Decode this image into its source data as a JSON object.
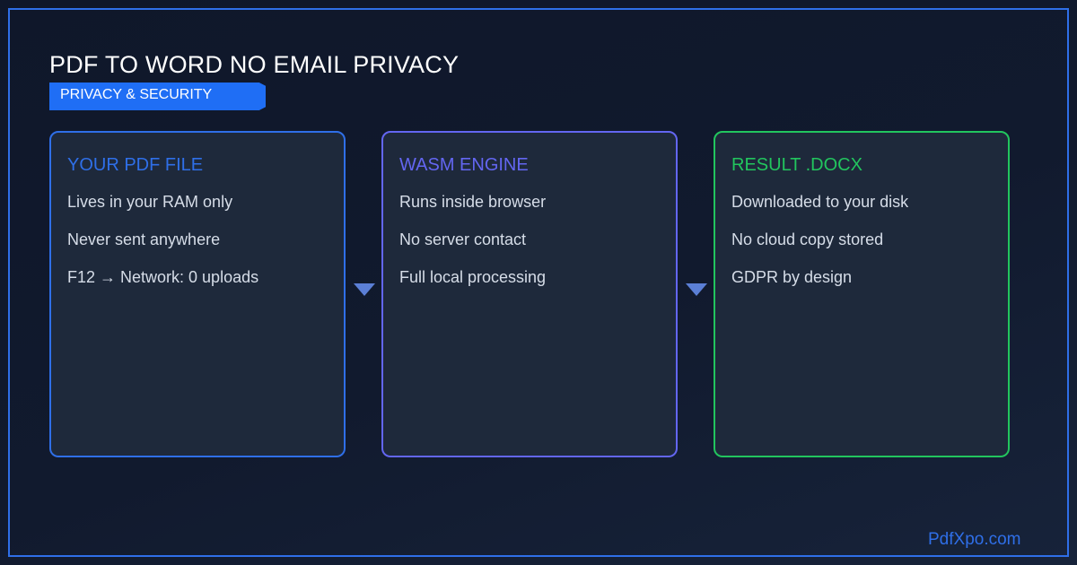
{
  "header": {
    "title": "PDF TO WORD NO EMAIL PRIVACY",
    "badge": "PRIVACY & SECURITY"
  },
  "cards": [
    {
      "title": "YOUR PDF FILE",
      "color": "#2f6fe8",
      "lines": [
        "Lives in your RAM only",
        "Never sent anywhere",
        "F12 → Network: 0 uploads"
      ]
    },
    {
      "title": "WASM ENGINE",
      "color": "#6366f1",
      "lines": [
        "Runs inside browser",
        "No server contact",
        "Full local processing"
      ]
    },
    {
      "title": "RESULT .DOCX",
      "color": "#22c55e",
      "lines": [
        "Downloaded to your disk",
        "No cloud copy stored",
        "GDPR by design"
      ]
    }
  ],
  "arrows": {
    "icon": "triangle-down-icon",
    "color": "#5b7fd6"
  },
  "footer": {
    "brand": "PdfXpo.com"
  },
  "colors": {
    "background": "#0f172a",
    "frame": "#2f6fe8",
    "badge": "#1f6ef5",
    "card_bg": "#1e293b"
  }
}
